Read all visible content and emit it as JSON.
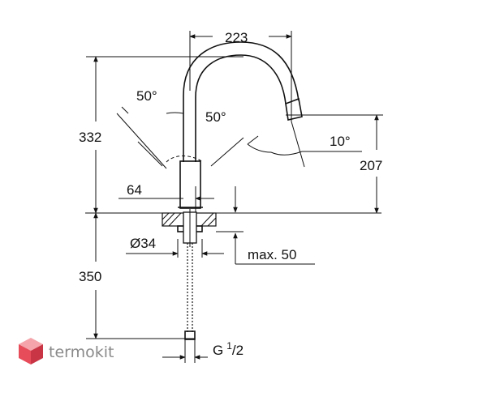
{
  "dimensions": {
    "width_top": "223",
    "height_total": "332",
    "height_spout": "207",
    "angle_left": "50°",
    "angle_right": "50°",
    "angle_spout": "10°",
    "handle_offset": "64",
    "diameter": "Ø34",
    "max_thickness": "max. 50",
    "below_deck": "350",
    "connection_main": "G",
    "connection_sup": "1",
    "connection_sub": "/2"
  },
  "watermark": {
    "brand": "termokit",
    "color": "#e74c5a"
  }
}
